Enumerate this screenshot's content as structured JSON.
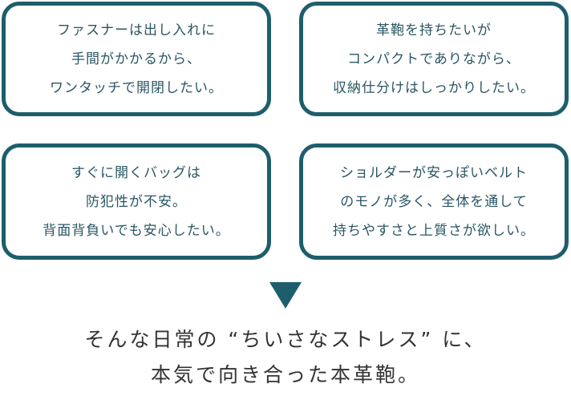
{
  "boxes": [
    {
      "lines": [
        "ファスナーは出し入れに",
        "手間がかかるから、",
        "ワンタッチで開閉したい。"
      ]
    },
    {
      "lines": [
        "革鞄を持ちたいが",
        "コンパクトでありながら、",
        "収納仕分けはしっかりしたい。"
      ]
    },
    {
      "lines": [
        "すぐに開くバッグは",
        "防犯性が不安。",
        "背面背負いでも安心したい。"
      ]
    },
    {
      "lines": [
        "ショルダーが安っぽいベルト",
        "のモノが多く、全体を通して",
        "持ちやすさと上質さが欲しい。"
      ]
    }
  ],
  "conclusion": {
    "lines": [
      "そんな日常の “ちいさなストレス” に、",
      "本気で向き合った本革鞄。"
    ]
  },
  "colors": {
    "accent": "#1e5e6c",
    "text": "#2a5663"
  }
}
